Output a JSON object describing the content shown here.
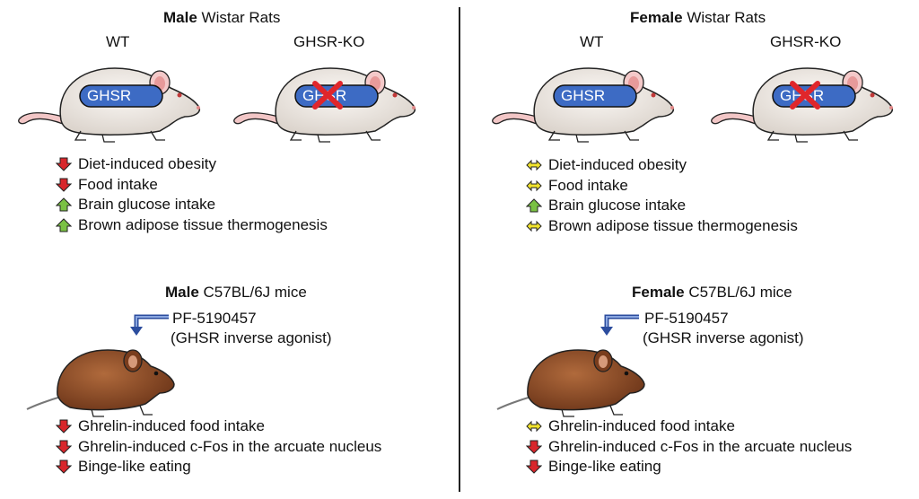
{
  "colors": {
    "down_arrow": "#d8262b",
    "up_arrow": "#7ac143",
    "nochange_arrow": "#f3e52c",
    "receptor_fill": "#3d6bc4",
    "rat_body": "#efe9e4",
    "mouse_body": "#8a4a26",
    "drug_arrow": "#2c4d9e"
  },
  "left": {
    "rats_title": {
      "bold": "Male",
      "rest": " Wistar Rats"
    },
    "wt_label": "WT",
    "ko_label": "GHSR-KO",
    "receptor_label": "GHSR",
    "ko_mark_icon": "red-x-icon",
    "rat_effects": [
      {
        "arrow": "down",
        "label": "Diet-induced obesity"
      },
      {
        "arrow": "down",
        "label": "Food intake"
      },
      {
        "arrow": "up",
        "label": "Brain glucose intake"
      },
      {
        "arrow": "up",
        "label": "Brown adipose tissue thermogenesis"
      }
    ],
    "mice_title": {
      "bold": "Male",
      "rest": " C57BL/6J mice"
    },
    "drug_line1": "PF-5190457",
    "drug_line2": "(GHSR inverse agonist)",
    "mouse_effects": [
      {
        "arrow": "down",
        "label": "Ghrelin-induced food intake"
      },
      {
        "arrow": "down",
        "label": "Ghrelin-induced c-Fos in the arcuate nucleus"
      },
      {
        "arrow": "down",
        "label": "Binge-like eating"
      }
    ]
  },
  "right": {
    "rats_title": {
      "bold": "Female",
      "rest": " Wistar Rats"
    },
    "wt_label": "WT",
    "ko_label": "GHSR-KO",
    "receptor_label": "GHSR",
    "ko_mark_icon": "red-x-icon",
    "rat_effects": [
      {
        "arrow": "nochange",
        "label": "Diet-induced obesity"
      },
      {
        "arrow": "nochange",
        "label": "Food intake"
      },
      {
        "arrow": "up",
        "label": "Brain glucose intake"
      },
      {
        "arrow": "nochange",
        "label": "Brown adipose tissue thermogenesis"
      }
    ],
    "mice_title": {
      "bold": "Female",
      "rest": " C57BL/6J mice"
    },
    "drug_line1": "PF-5190457",
    "drug_line2": "(GHSR inverse agonist)",
    "mouse_effects": [
      {
        "arrow": "nochange",
        "label": "Ghrelin-induced food intake"
      },
      {
        "arrow": "down",
        "label": "Ghrelin-induced c-Fos in the arcuate nucleus"
      },
      {
        "arrow": "down",
        "label": "Binge-like eating"
      }
    ]
  }
}
